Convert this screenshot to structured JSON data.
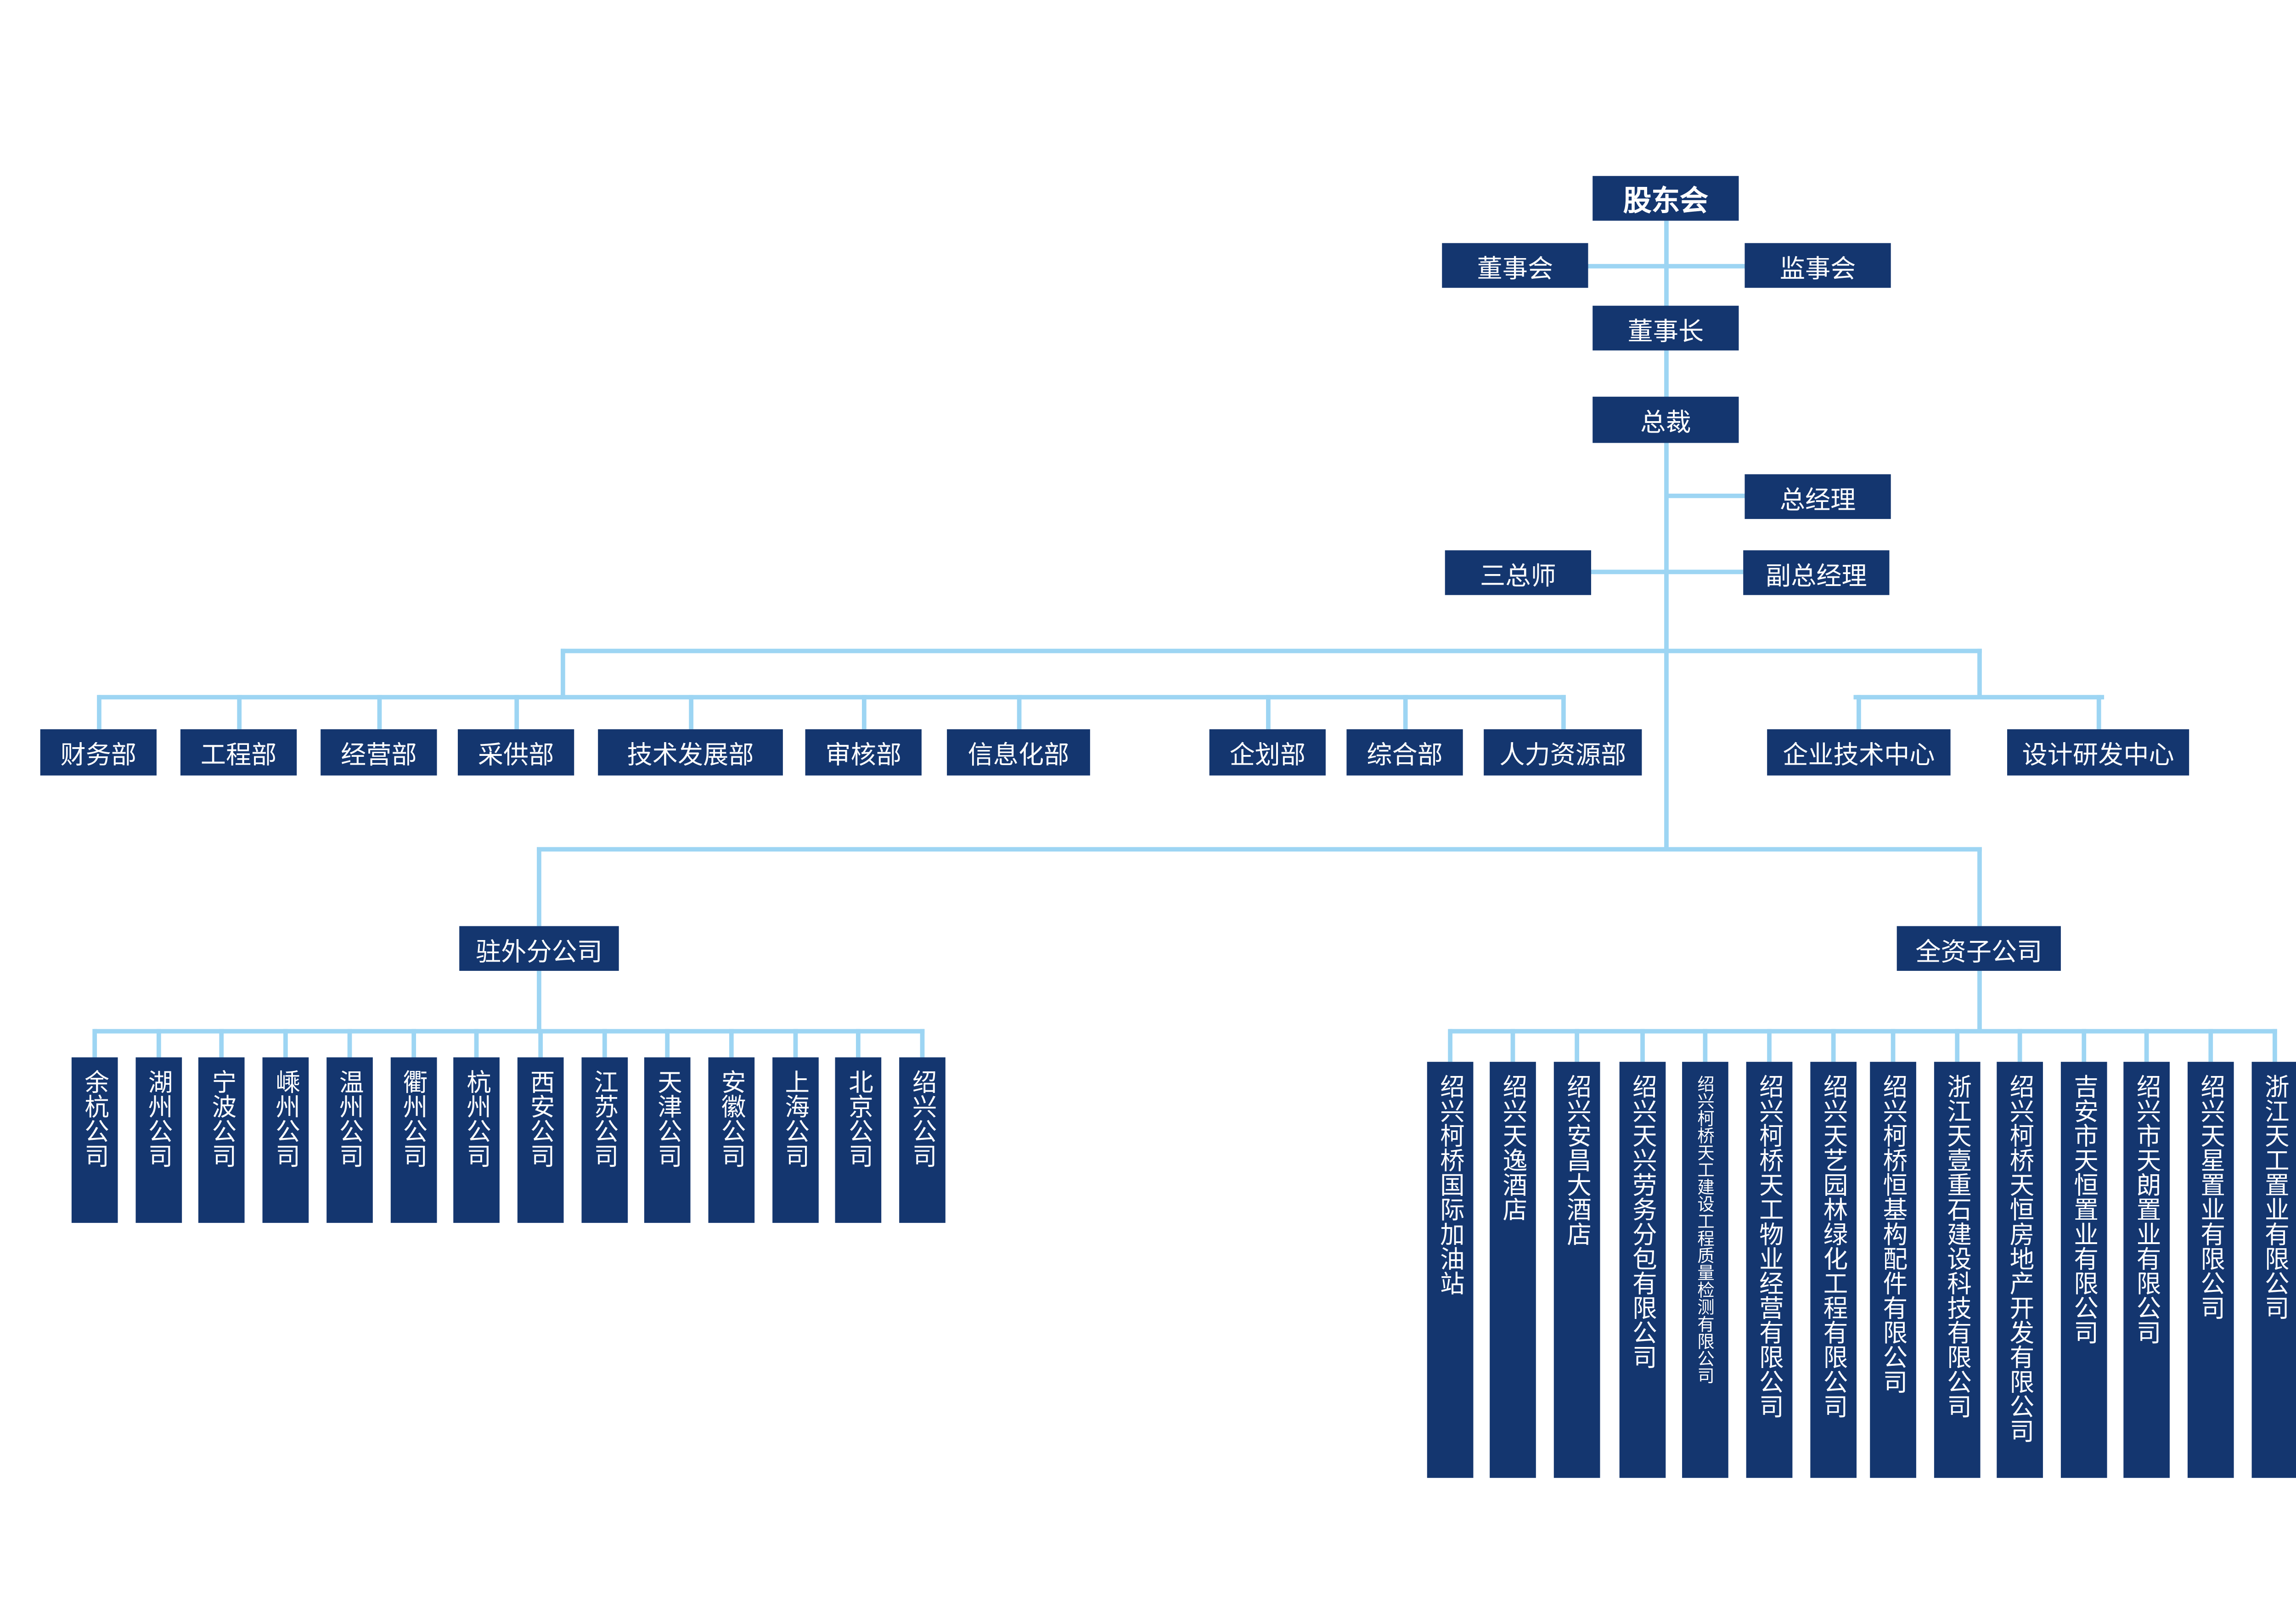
{
  "colors": {
    "box": "#14366f",
    "line": "#9dd5f3"
  },
  "top": {
    "shareholders": "股东会",
    "board": "董事会",
    "supervisors": "监事会",
    "chairman": "董事长",
    "president": "总裁",
    "general_manager": "总经理",
    "chief_engineers": "三总师",
    "deputy_gm": "副总经理"
  },
  "departments": [
    "财务部",
    "工程部",
    "经营部",
    "采供部",
    "技术发展部",
    "审核部",
    "信息化部",
    "企划部",
    "综合部",
    "人力资源部"
  ],
  "centers": [
    "企业技术中心",
    "设计研发中心"
  ],
  "branches_title": "驻外分公司",
  "subsidiaries_title": "全资子公司",
  "branches": [
    "余杭公司",
    "湖州公司",
    "宁波公司",
    "嵊州公司",
    "温州公司",
    "衢州公司",
    "杭州公司",
    "西安公司",
    "江苏公司",
    "天津公司",
    "安徽公司",
    "上海公司",
    "北京公司",
    "绍兴公司"
  ],
  "subsidiaries": [
    "绍兴柯桥国际加油站",
    "绍兴天逸酒店",
    "绍兴安昌大酒店",
    "绍兴天兴劳务分包有限公司",
    "绍兴柯桥天工建设工程质量检测有限公司",
    "绍兴柯桥天工物业经营有限公司",
    "绍兴天艺园林绿化工程有限公司",
    "绍兴柯桥恒基构配件有限公司",
    "浙江天壹重石建设科技有限公司",
    "绍兴柯桥天恒房地产开发有限公司",
    "吉安市天恒置业有限公司",
    "绍兴市天朗置业有限公司",
    "绍兴天星置业有限公司",
    "浙江天工置业有限公司"
  ]
}
